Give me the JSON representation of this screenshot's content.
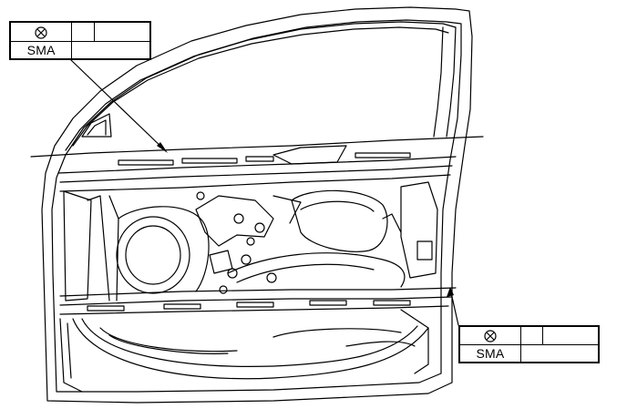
{
  "callouts": {
    "upper_left": {
      "symbol": "spot-weld-symbol",
      "label": "SMA"
    },
    "lower_right": {
      "symbol": "spot-weld-symbol",
      "label": "SMA"
    }
  },
  "colors": {
    "line": "#000000",
    "background": "#ffffff"
  }
}
